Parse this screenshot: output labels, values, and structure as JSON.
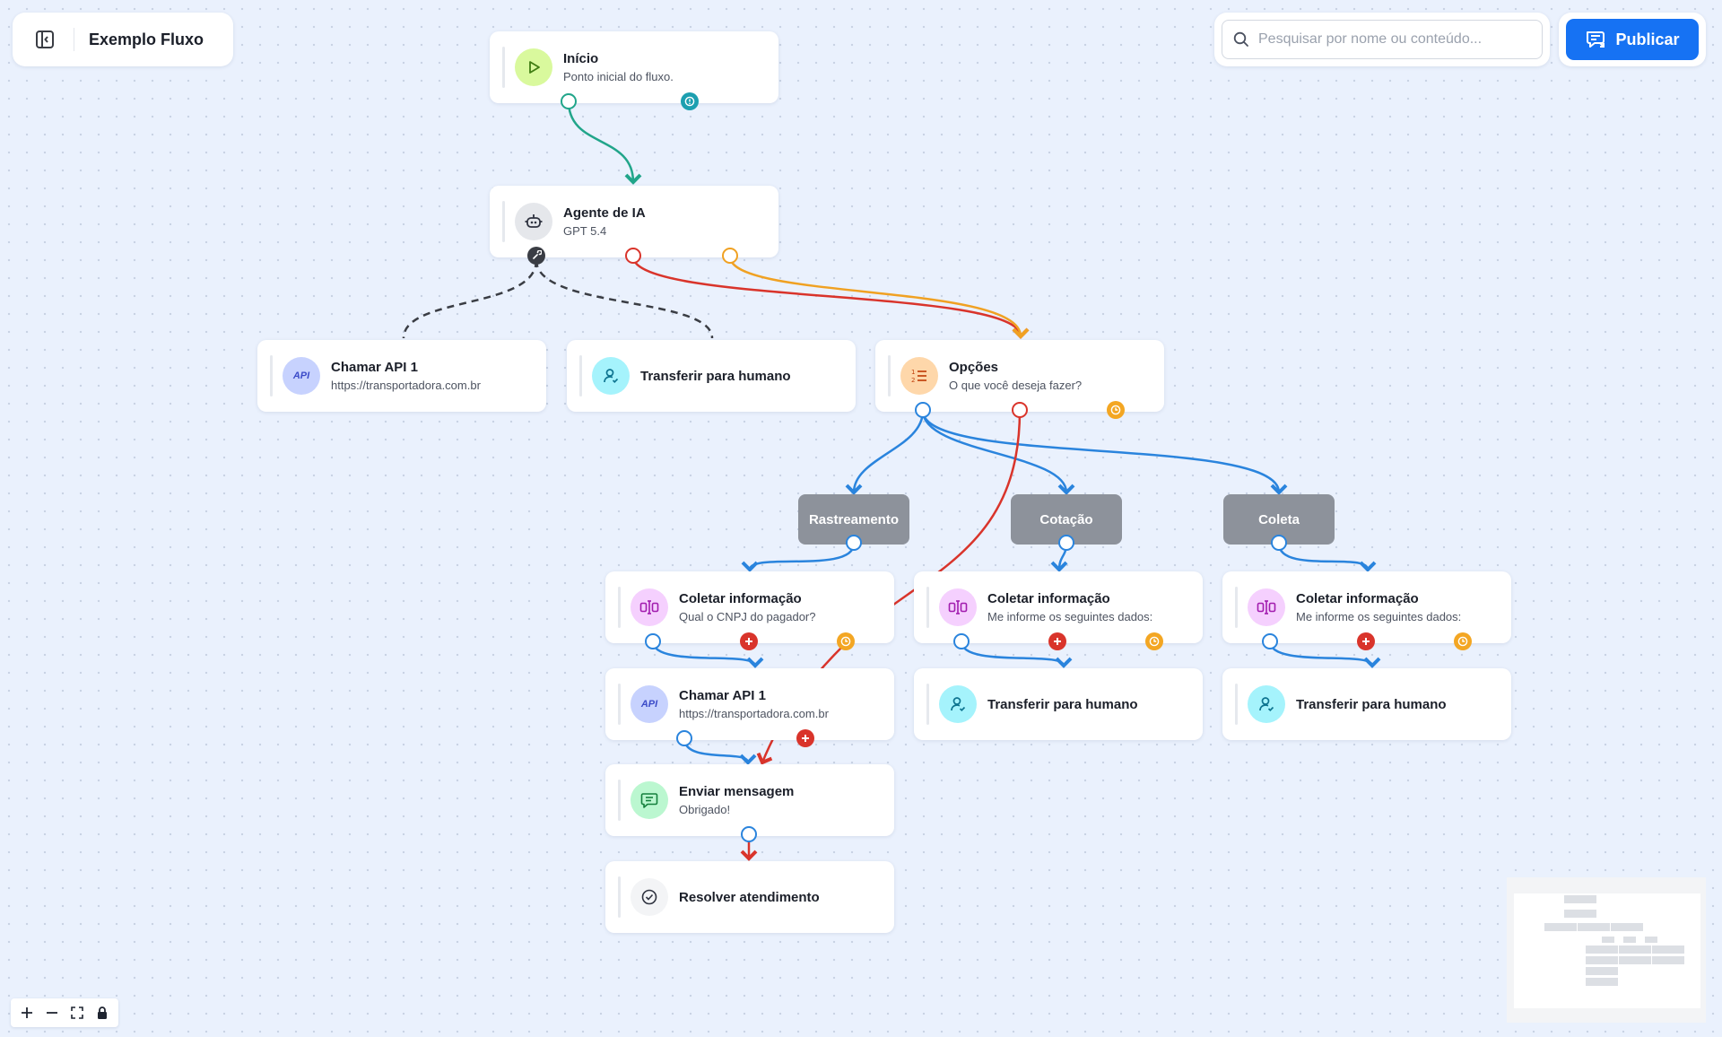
{
  "header": {
    "sidebar_toggle_icon": "sidebar-toggle-icon",
    "flow_title": "Exemplo Fluxo"
  },
  "search": {
    "placeholder": "Pesquisar por nome ou conteúdo...",
    "value": "",
    "icon": "search-icon"
  },
  "publish": {
    "label": "Publicar",
    "icon": "message-publish-icon"
  },
  "nodes": {
    "inicio": {
      "title": "Início",
      "subtitle": "Ponto inicial do fluxo.",
      "icon": "play-icon",
      "color": "#d9f99d"
    },
    "agente": {
      "title": "Agente de IA",
      "subtitle": "GPT 5.4",
      "icon": "robot-icon",
      "color": "#e5e7eb"
    },
    "api_top": {
      "title": "Chamar API 1",
      "subtitle": "https://transportadora.com.br",
      "icon": "api-icon",
      "icon_text": "API",
      "color": "#c7d2fe"
    },
    "transfer_top": {
      "title": "Transferir para humano",
      "icon": "user-check-icon",
      "color": "#a5f3fc"
    },
    "opcoes": {
      "title": "Opções",
      "subtitle": "O que você deseja fazer?",
      "icon": "ordered-list-icon",
      "color": "#fed7aa"
    },
    "rastreamento": {
      "label": "Rastreamento"
    },
    "cotacao": {
      "label": "Cotação"
    },
    "coleta": {
      "label": "Coleta"
    },
    "coletar_1": {
      "title": "Coletar informação",
      "subtitle": "Qual o CNPJ do pagador?",
      "icon": "form-input-icon",
      "color": "#f5d0fe"
    },
    "coletar_2": {
      "title": "Coletar informação",
      "subtitle": "Me informe os seguintes dados:",
      "icon": "form-input-icon",
      "color": "#f5d0fe"
    },
    "coletar_3": {
      "title": "Coletar informação",
      "subtitle": "Me informe os seguintes dados:",
      "icon": "form-input-icon",
      "color": "#f5d0fe"
    },
    "api_bottom": {
      "title": "Chamar API 1",
      "subtitle": "https://transportadora.com.br",
      "icon": "api-icon",
      "icon_text": "API",
      "color": "#c7d2fe"
    },
    "transfer_2": {
      "title": "Transferir para humano",
      "icon": "user-check-icon",
      "color": "#a5f3fc"
    },
    "transfer_3": {
      "title": "Transferir para humano",
      "icon": "user-check-icon",
      "color": "#a5f3fc"
    },
    "enviar": {
      "title": "Enviar mensagem",
      "subtitle": "Obrigado!",
      "icon": "message-icon",
      "color": "#bbf7d0"
    },
    "resolver": {
      "title": "Resolver atendimento",
      "icon": "check-circle-icon",
      "color": "#f3f4f6"
    }
  },
  "edge_colors": {
    "start": "#21a58a",
    "default": "#2a84dd",
    "error": "#d9342b",
    "timeout": "#f0a122",
    "tool": "#3a3d44"
  },
  "zoom_controls": [
    "zoom-in-icon",
    "zoom-out-icon",
    "fit-view-icon",
    "lock-icon"
  ]
}
